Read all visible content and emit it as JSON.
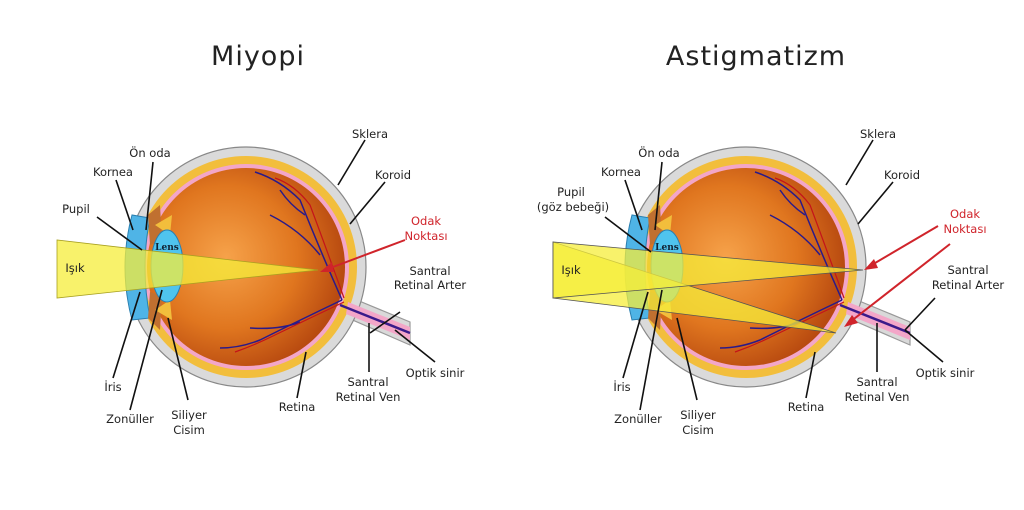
{
  "panels": [
    {
      "title": "Miyopi",
      "labels": {
        "sklera": "Sklera",
        "koroid": "Koroid",
        "odak_1": "Odak",
        "odak_2": "Noktası",
        "arter_1": "Santral",
        "arter_2": "Retinal Arter",
        "optik": "Optik sinir",
        "ven_1": "Santral",
        "ven_2": "Retinal Ven",
        "retina": "Retina",
        "siliyer_1": "Siliyer",
        "siliyer_2": "Cisim",
        "zonuller": "Zonüller",
        "iris": "İris",
        "pupil_1": "Pupil",
        "kornea": "Kornea",
        "on_oda": "Ön oda",
        "isik": "Işık",
        "lens": "Lens"
      }
    },
    {
      "title": "Astigmatizm",
      "labels": {
        "sklera": "Sklera",
        "koroid": "Koroid",
        "odak_1": "Odak",
        "odak_2": "Noktası",
        "arter_1": "Santral",
        "arter_2": "Retinal Arter",
        "optik": "Optik sinir",
        "ven_1": "Santral",
        "ven_2": "Retinal Ven",
        "retina": "Retina",
        "siliyer_1": "Siliyer",
        "siliyer_2": "Cisim",
        "zonuller": "Zonüller",
        "iris": "İris",
        "pupil_1": "Pupil",
        "pupil_2": "(göz bebeği)",
        "kornea": "Kornea",
        "on_oda": "Ön oda",
        "isik": "Işık",
        "lens": "Lens"
      }
    }
  ],
  "colors": {
    "focus_label": "#d0242b",
    "light": "#f5ee3a",
    "sclera": "#d9d9d9",
    "choroid": "#f2be3c",
    "retina": "#f3a6c8"
  }
}
